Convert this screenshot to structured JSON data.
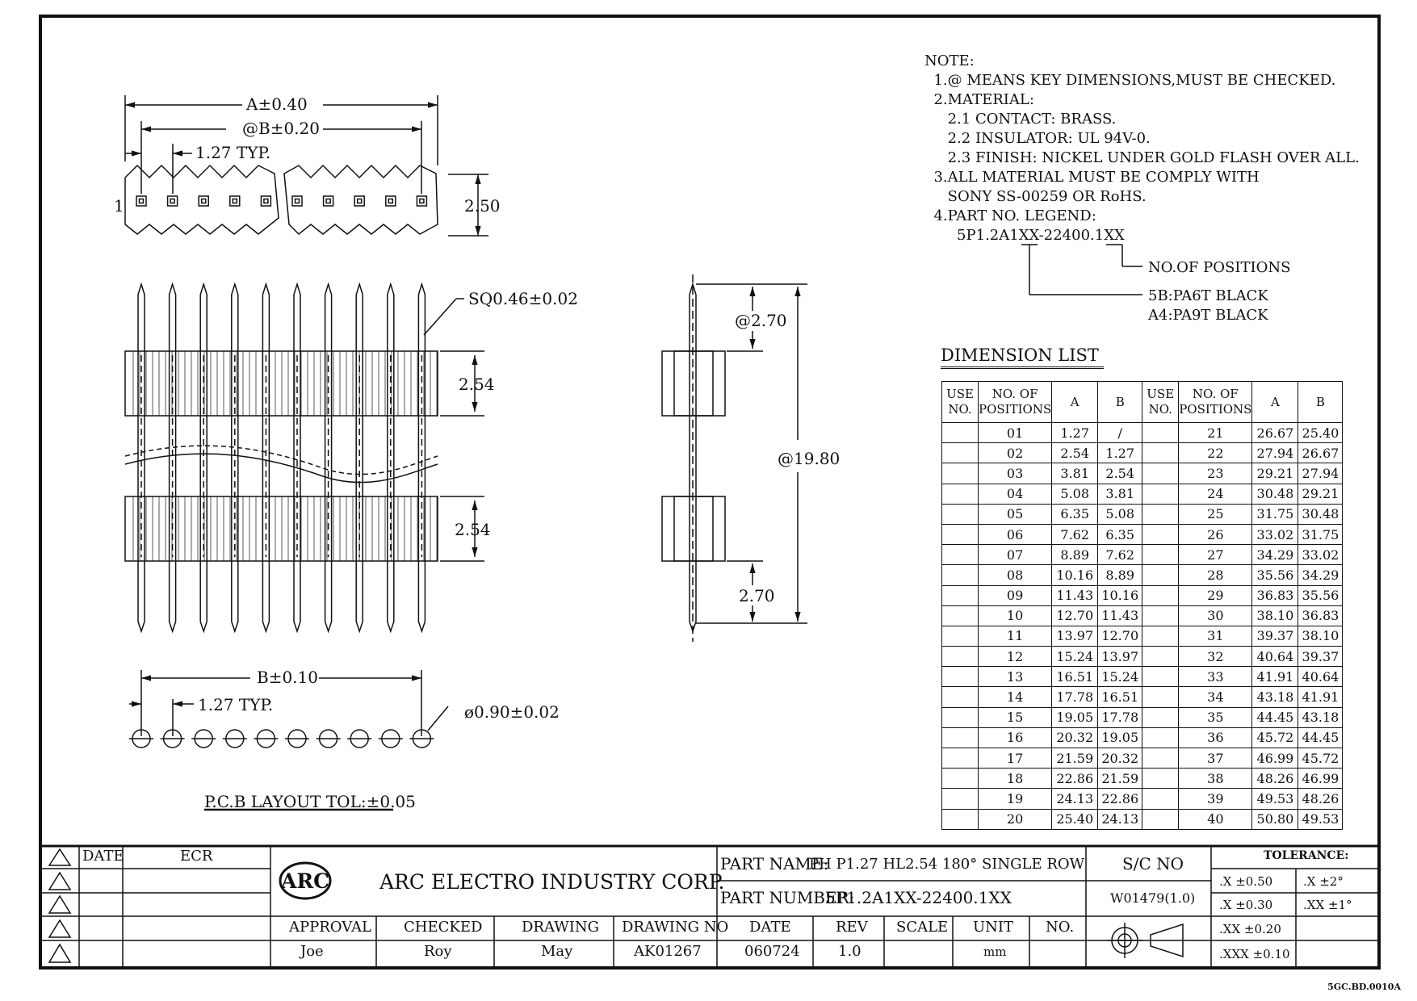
{
  "drawing": {
    "top_view": {
      "dim_a": "A±0.40",
      "dim_b": "@B±0.20",
      "pitch": "1.27 TYP.",
      "pin1": "1",
      "height": "2.50"
    },
    "front_view": {
      "pin_sq": "SQ0.46±0.02",
      "body_h1": "2.54",
      "body_h2": "2.54"
    },
    "side_view": {
      "upper": "@2.70",
      "total": "@19.80",
      "lower": "2.70"
    },
    "pcb_view": {
      "dim_b": "B±0.10",
      "pitch": "1.27 TYP.",
      "hole": "ø0.90±0.02",
      "caption": "P.C.B LAYOUT TOL:±0.05"
    }
  },
  "notes": {
    "lines": [
      "NOTE:",
      "  1.@ MEANS KEY DIMENSIONS,MUST BE CHECKED.",
      "  2.MATERIAL:",
      "     2.1 CONTACT: BRASS.",
      "     2.2 INSULATOR: UL 94V-0.",
      "     2.3 FINISH: NICKEL UNDER GOLD FLASH OVER ALL.",
      "  3.ALL MATERIAL MUST BE COMPLY WITH",
      "     SONY SS-00259 OR RoHS.",
      "  4.PART NO. LEGEND:",
      "       5P1.2A1XX-22400.1XX"
    ],
    "legend_positions": "NO.OF POSITIONS",
    "legend_5b": "5B:PA6T BLACK",
    "legend_a4": "A4:PA9T BLACK"
  },
  "dimension_list": {
    "title": "DIMENSION LIST",
    "headers": {
      "use_no": "USE NO.",
      "positions": "NO. OF POSITIONS",
      "a": "A",
      "b": "B"
    },
    "rows": [
      [
        "01",
        "1.27",
        "/",
        "21",
        "26.67",
        "25.40"
      ],
      [
        "02",
        "2.54",
        "1.27",
        "22",
        "27.94",
        "26.67"
      ],
      [
        "03",
        "3.81",
        "2.54",
        "23",
        "29.21",
        "27.94"
      ],
      [
        "04",
        "5.08",
        "3.81",
        "24",
        "30.48",
        "29.21"
      ],
      [
        "05",
        "6.35",
        "5.08",
        "25",
        "31.75",
        "30.48"
      ],
      [
        "06",
        "7.62",
        "6.35",
        "26",
        "33.02",
        "31.75"
      ],
      [
        "07",
        "8.89",
        "7.62",
        "27",
        "34.29",
        "33.02"
      ],
      [
        "08",
        "10.16",
        "8.89",
        "28",
        "35.56",
        "34.29"
      ],
      [
        "09",
        "11.43",
        "10.16",
        "29",
        "36.83",
        "35.56"
      ],
      [
        "10",
        "12.70",
        "11.43",
        "30",
        "38.10",
        "36.83"
      ],
      [
        "11",
        "13.97",
        "12.70",
        "31",
        "39.37",
        "38.10"
      ],
      [
        "12",
        "15.24",
        "13.97",
        "32",
        "40.64",
        "39.37"
      ],
      [
        "13",
        "16.51",
        "15.24",
        "33",
        "41.91",
        "40.64"
      ],
      [
        "14",
        "17.78",
        "16.51",
        "34",
        "43.18",
        "41.91"
      ],
      [
        "15",
        "19.05",
        "17.78",
        "35",
        "44.45",
        "43.18"
      ],
      [
        "16",
        "20.32",
        "19.05",
        "36",
        "45.72",
        "44.45"
      ],
      [
        "17",
        "21.59",
        "20.32",
        "37",
        "46.99",
        "45.72"
      ],
      [
        "18",
        "22.86",
        "21.59",
        "38",
        "48.26",
        "46.99"
      ],
      [
        "19",
        "24.13",
        "22.86",
        "39",
        "49.53",
        "48.26"
      ],
      [
        "20",
        "25.40",
        "24.13",
        "40",
        "50.80",
        "49.53"
      ]
    ]
  },
  "title_block": {
    "date_label": "DATE",
    "ecr_label": "ECR",
    "logo": "ARC",
    "company": "ARC ELECTRO INDUSTRY CORP.",
    "part_name_label": "PART NAME:",
    "part_name": "PH P1.27 HL2.54 180° SINGLE ROW",
    "part_number_label": "PART NUMBER:",
    "part_number": "5P1.2A1XX-22400.1XX",
    "sc_no_label": "S/C NO",
    "sc_no": "W01479(1.0)",
    "tolerance_label": "TOLERANCE:",
    "tol": [
      ".X ±0.50",
      ".X ±2°",
      ".X ±0.30",
      ".XX ±1°",
      ".XX ±0.20",
      ".XXX ±0.10"
    ],
    "approval_label": "APPROVAL",
    "checked_label": "CHECKED",
    "drawing_label": "DRAWING",
    "drawing_no_label": "DRAWING NO",
    "date2_label": "DATE",
    "rev_label": "REV",
    "scale_label": "SCALE",
    "unit_label": "UNIT",
    "no_label": "NO.",
    "approval": "Joe",
    "checked": "Roy",
    "drawing": "May",
    "drawing_no": "AK01267",
    "date": "060724",
    "rev": "1.0",
    "unit": "mm"
  },
  "doc_id": "5GC.BD.0010A"
}
